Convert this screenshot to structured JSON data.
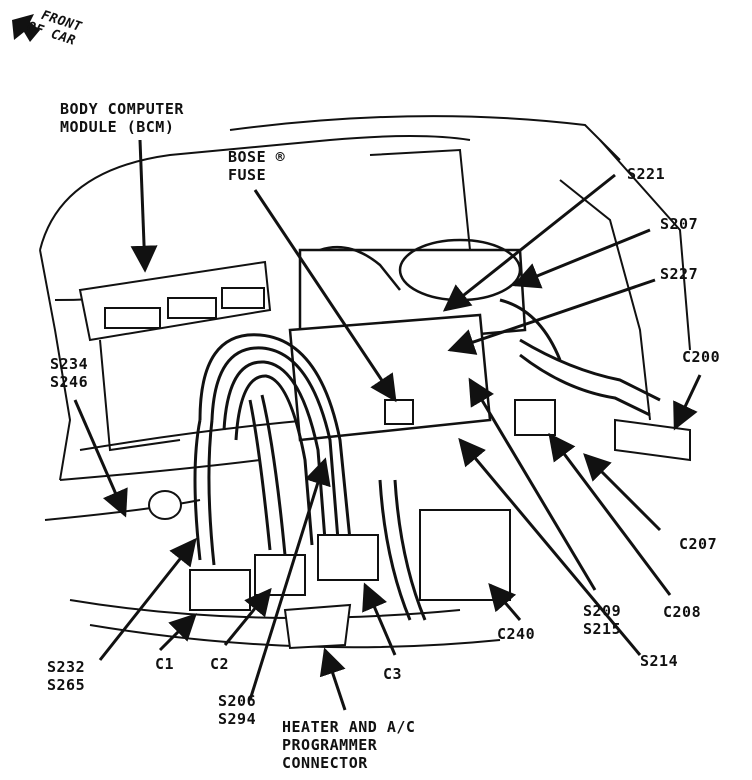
{
  "orientation": {
    "line1": "FRONT",
    "line2": "OF CAR"
  },
  "labels": {
    "bcm": {
      "line1": "BODY COMPUTER",
      "line2": "MODULE (BCM)"
    },
    "bose": {
      "line1": "BOSE ®",
      "line2": "FUSE"
    },
    "s221": "S221",
    "s207": "S207",
    "s227": "S227",
    "c200": "C200",
    "s234_s246": {
      "line1": "S234",
      "line2": "S246"
    },
    "c207": "C207",
    "c208": "C208",
    "s209_s215": {
      "line1": "S209",
      "line2": "S215"
    },
    "s214": "S214",
    "c240": "C240",
    "s232_s265": {
      "line1": "S232",
      "line2": "S265"
    },
    "c1": "C1",
    "c2": "C2",
    "c3": "C3",
    "s206_s294": {
      "line1": "S206",
      "line2": "S294"
    },
    "heater": {
      "line1": "HEATER AND A/C",
      "line2": "PROGRAMMER",
      "line3": "CONNECTOR"
    }
  }
}
